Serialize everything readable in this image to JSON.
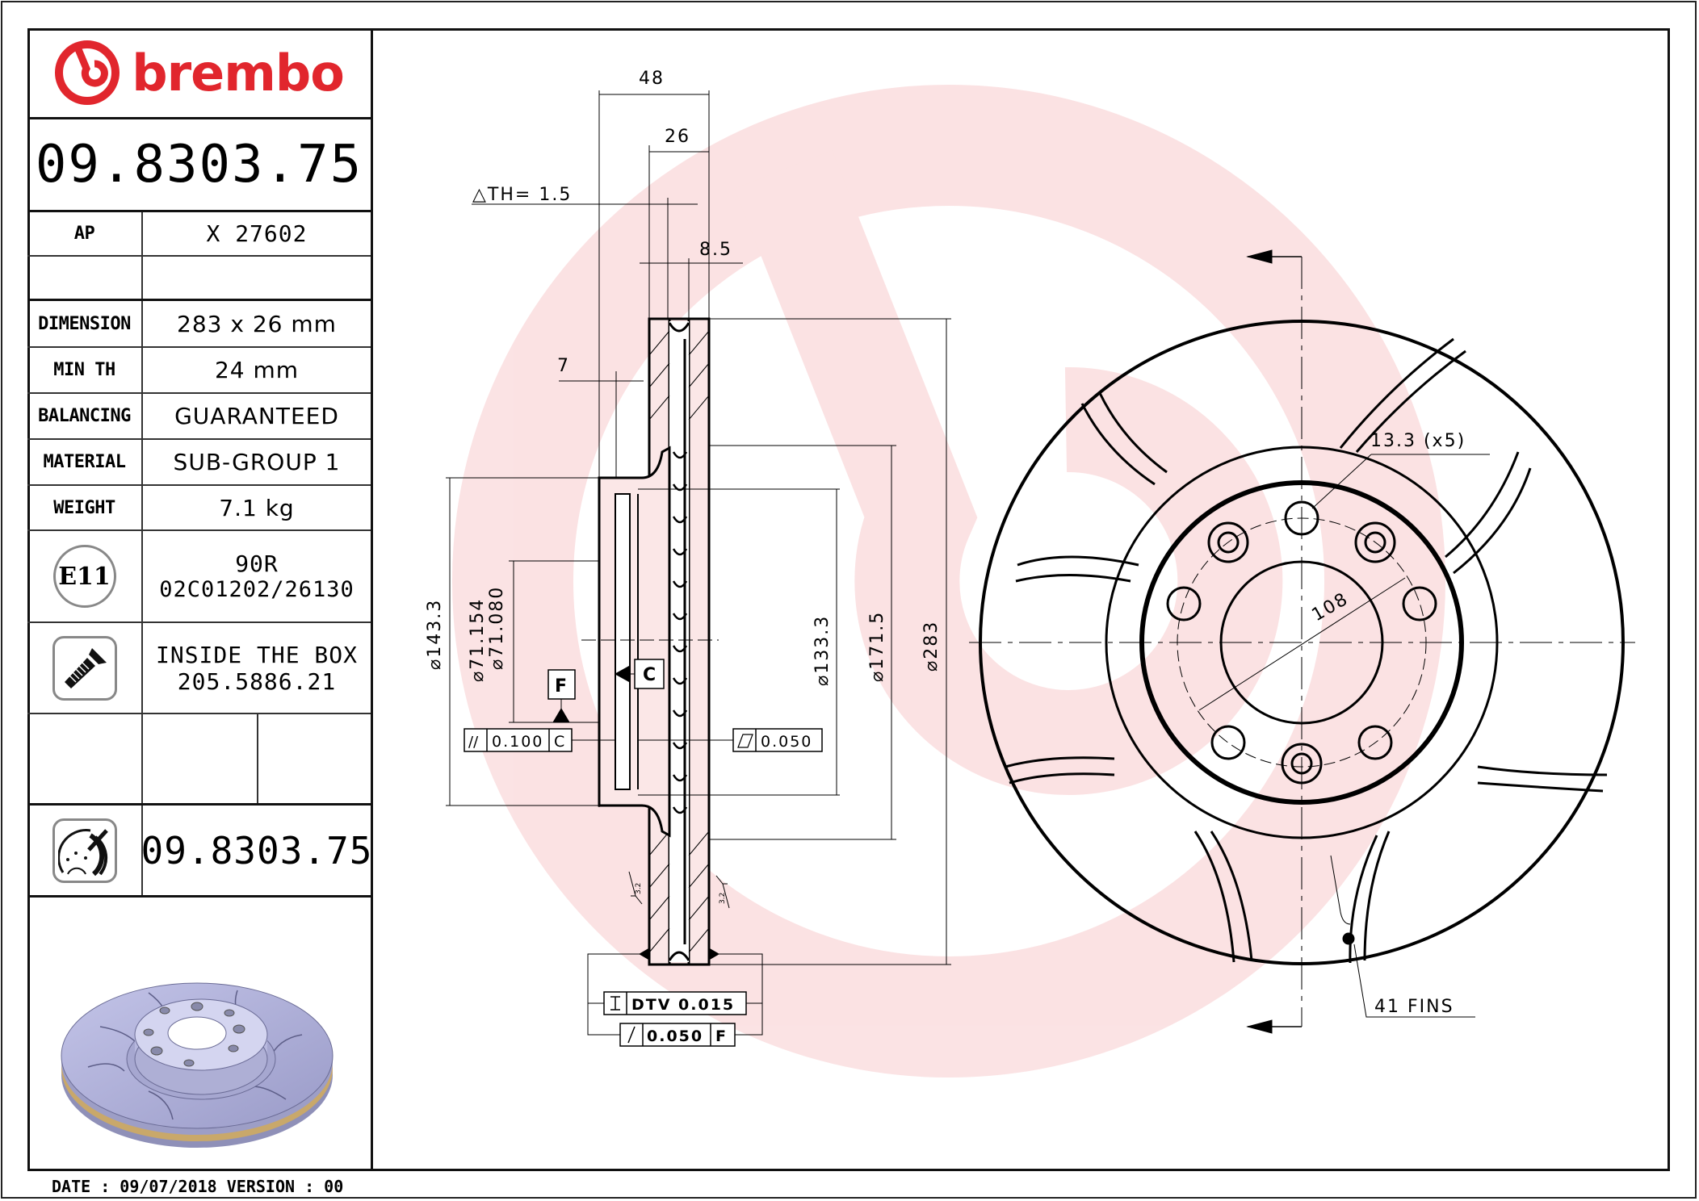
{
  "brand": {
    "name": "brembo",
    "color": "#e1262d"
  },
  "part_number": "09.8303.75",
  "specs": [
    {
      "label": "AP",
      "value": "X 27602"
    },
    {
      "label": "",
      "value": ""
    },
    {
      "label": "DIMENSION",
      "value": "283 x 26 mm"
    },
    {
      "label": "MIN TH",
      "value": "24 mm"
    },
    {
      "label": "BALANCING",
      "value": "GUARANTEED"
    },
    {
      "label": "MATERIAL",
      "value": "SUB-GROUP 1"
    },
    {
      "label": "WEIGHT",
      "value": "7.1 kg"
    }
  ],
  "approval": {
    "badge": "E11",
    "line1": "90R",
    "line2": "02C01202/26130"
  },
  "accessory": {
    "icon": "screw-icon",
    "line1": "INSIDE THE BOX",
    "line2": "205.5886.21"
  },
  "footer_part": {
    "icon": "brake-disc-icon",
    "part_number": "09.8303.75"
  },
  "footer": {
    "date_text": "DATE : 09/07/2018 VERSION : 00"
  },
  "section_view": {
    "dim_overall_width": "48",
    "dim_thickness": "26",
    "dim_delta_th": "△TH= 1.5",
    "dim_fin_gap": "8.5",
    "dim_hat_offset": "7",
    "dim_hat_diameter": "⌀143.3",
    "dim_bore_upper": "⌀71.154",
    "dim_bore_lower": "⌀71.080",
    "dim_inner_diameter": "⌀133.3",
    "dim_friction_inner": "⌀171.5",
    "dim_outer_diameter": "⌀283",
    "datum_f": "F",
    "datum_c": "C",
    "tol_parallel": {
      "symbol": "//",
      "value": "0.100",
      "datum": "C"
    },
    "tol_flatness": {
      "symbol": "▱",
      "value": "0.050"
    },
    "tol_dtv": {
      "symbol": "⌶",
      "value": "DTV 0.015"
    },
    "tol_runout": {
      "symbol": "↗",
      "value": "0.050",
      "datum": "F"
    },
    "roughness_left": "3.2",
    "roughness_right": "3.2"
  },
  "front_view": {
    "dim_pcd": "108",
    "dim_holes": "13.3 (x5)",
    "fins_label": "41 FINS"
  }
}
